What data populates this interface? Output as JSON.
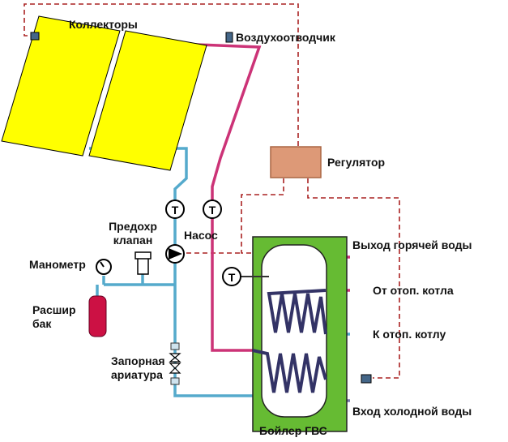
{
  "labels": {
    "collectors": "Коллекторы",
    "air_vent": "Воздухоотводчик",
    "regulator": "Регулятор",
    "safety_valve_line1": "Предохр",
    "safety_valve_line2": "клапан",
    "pump": "Насос",
    "manometer": "Манометр",
    "expansion_tank_line1": "Расшир",
    "expansion_tank_line2": "бак",
    "shutoff_line1": "Запорная",
    "shutoff_line2": "ариатура",
    "hot_water_out": "Выход горячей воды",
    "from_boiler": "От отоп. котла",
    "to_boiler": "К отоп. котлу",
    "cold_water_in": "Вход холодной воды",
    "boiler": "Бойлер ГВС"
  },
  "symbols": {
    "thermometer": "T"
  },
  "colors": {
    "collector_fill": "#ffff00",
    "hot_pipe": "#cc3377",
    "cold_pipe": "#55aacc",
    "control_wire": "#aa2222",
    "regulator_fill": "#dd9977",
    "boiler_jacket": "#66bb33",
    "boiler_tank": "#ffffff",
    "coil": "#333366",
    "expansion_tank": "#cc1144"
  }
}
